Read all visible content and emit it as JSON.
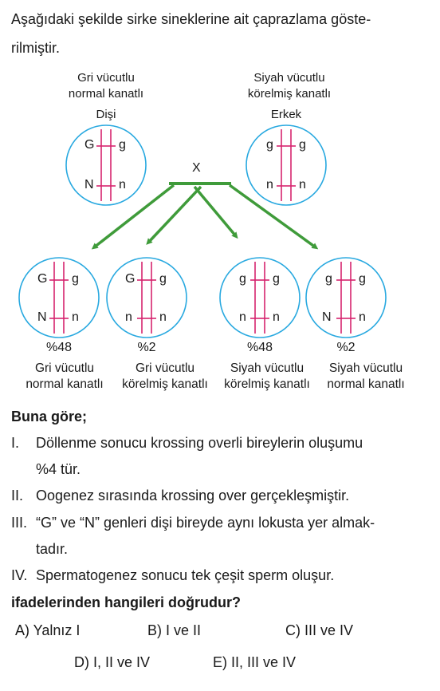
{
  "intro": {
    "line1": "Aşağıdaki şekilde sirke sineklerine ait çaprazlama göste-",
    "line2": "rilmiştir."
  },
  "parents": {
    "female": {
      "caption1": "Gri vücutlu",
      "caption2": "normal kanatlı",
      "sex": "Dişi",
      "top_left": "G",
      "top_right": "g",
      "bottom_left": "N",
      "bottom_right": "n"
    },
    "male": {
      "caption1": "Siyah vücutlu",
      "caption2": "körelmiş kanatlı",
      "sex": "Erkek",
      "top_left": "g",
      "top_right": "g",
      "bottom_left": "n",
      "bottom_right": "n"
    },
    "cross_symbol": "X"
  },
  "offspring": [
    {
      "top_left": "G",
      "top_right": "g",
      "bottom_left": "N",
      "bottom_right": "n",
      "percent": "%48",
      "caption1": "Gri vücutlu",
      "caption2": "normal kanatlı"
    },
    {
      "top_left": "G",
      "top_right": "g",
      "bottom_left": "n",
      "bottom_right": "n",
      "percent": "%2",
      "caption1": "Gri vücutlu",
      "caption2": "körelmiş kanatlı"
    },
    {
      "top_left": "g",
      "top_right": "g",
      "bottom_left": "n",
      "bottom_right": "n",
      "percent": "%48",
      "caption1": "Siyah vücutlu",
      "caption2": "körelmiş kanatlı"
    },
    {
      "top_left": "g",
      "top_right": "g",
      "bottom_left": "N",
      "bottom_right": "n",
      "percent": "%2",
      "caption1": "Siyah vücutlu",
      "caption2": "normal kanatlı"
    }
  ],
  "question": {
    "lead": "Buna göre;",
    "statements": [
      {
        "num": "I.",
        "line1": "Döllenme sonucu krossing overli bireylerin oluşumu",
        "line2": "%4 tür."
      },
      {
        "num": "II.",
        "line1": "Oogenez sırasında krossing over gerçekleşmiştir.",
        "line2": ""
      },
      {
        "num": "III.",
        "line1": "“G” ve “N” genleri dişi bireyde aynı lokusta yer almak-",
        "line2": "tadır."
      },
      {
        "num": "IV.",
        "line1": "Spermatogenez sonucu tek çeşit sperm oluşur.",
        "line2": ""
      }
    ],
    "prompt": "ifadelerinden hangileri doğrudur?"
  },
  "options": {
    "a": "A) Yalnız I",
    "b": "B) I ve II",
    "c": "C) III ve IV",
    "d": "D) I, II ve IV",
    "e": "E) II, III ve IV"
  },
  "colors": {
    "circle": "#29a9e0",
    "chromosome": "#d6246e",
    "arrow": "#3f9b3a",
    "arrow_light": "#8cc97f"
  }
}
